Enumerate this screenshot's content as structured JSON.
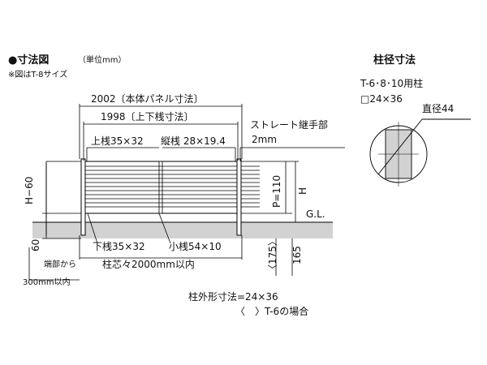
{
  "header": {
    "title": "●寸法図",
    "unit": "（単位mm）",
    "note": "※図はT-8サイズ"
  },
  "side_panel": {
    "title": "柱径寸法",
    "post_for": "T-6･8･10用柱",
    "post_size": "□24×36",
    "diameter": "直径44"
  },
  "dimensions": {
    "panel_width": "2002〔本体パネル寸法〕",
    "rail_width": "1998〔上下桟寸法〕",
    "top_rail": "上桟35×32",
    "vertical_bar": "縦桟 28×19.4",
    "joint_label": "ストレート継手部",
    "joint_value": "2mm",
    "left_height": "H−60",
    "left_base": "60",
    "pitch": "P=110",
    "height": "H",
    "ground": "G.L.",
    "bottom_rail": "下桟35×32",
    "small_bar": "小桟54×10",
    "post_spacing": "柱芯々2000mm以内",
    "from_end_1": "端部から",
    "from_end_2": "300mm以内",
    "embed_t6": "〈175〉",
    "embed": "165",
    "post_outer": "柱外形寸法=24×36",
    "t6_note": "〈　〉T-6の場合"
  }
}
